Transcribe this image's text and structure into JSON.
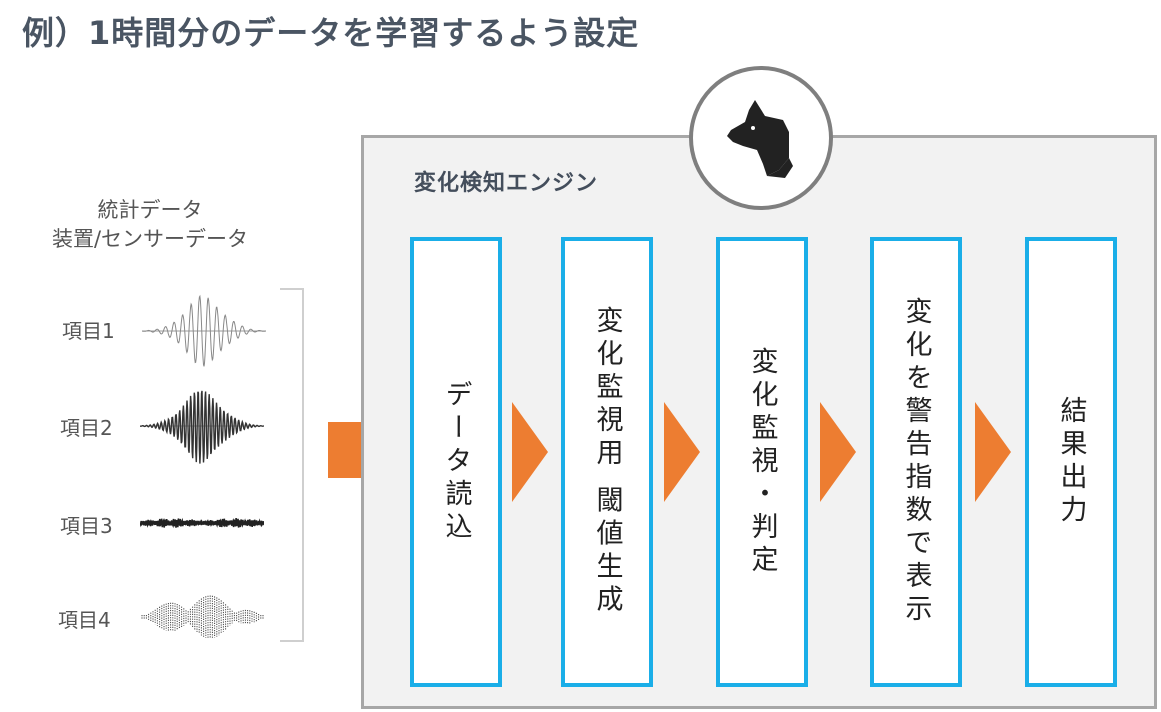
{
  "title": "例）1時間分のデータを学習するよう設定",
  "sensor_caption": [
    "統計データ",
    "装置/センサーデータ"
  ],
  "items": [
    {
      "label": "項目1",
      "wave_style": "light"
    },
    {
      "label": "項目2",
      "wave_style": "dark"
    },
    {
      "label": "項目3",
      "wave_style": "flat"
    },
    {
      "label": "項目4",
      "wave_style": "dotted"
    }
  ],
  "engine": {
    "title": "変化検知エンジン",
    "logo_icon": "dog-head-icon",
    "steps": [
      {
        "label": "データ読込"
      },
      {
        "label": "変化監視用 閾値生成"
      },
      {
        "label": "変化監視・判定"
      },
      {
        "label": "変化を警告指数で表示"
      },
      {
        "label": "結果出力"
      }
    ]
  },
  "colors": {
    "arrow": "#ed7d31",
    "step_border": "#1aaee8",
    "engine_bg": "#f2f2f2",
    "engine_border": "#a7a7a7",
    "title": "#4a5563"
  }
}
